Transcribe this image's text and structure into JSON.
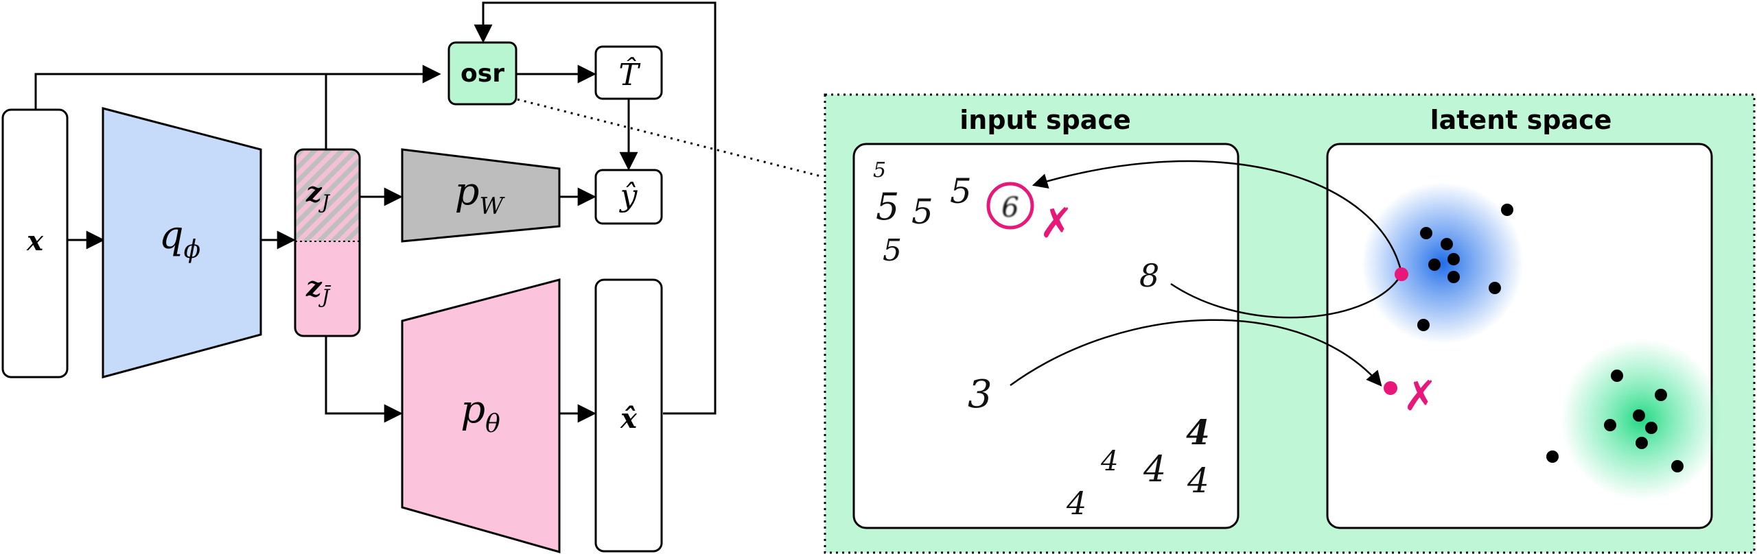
{
  "colors": {
    "encoder": "#c6dbfa",
    "decoder": "#fcc3dc",
    "classifier": "#bdbdbd",
    "osr": "#b8f6d2",
    "panel": "#bff7d6",
    "accent": "#e8177a",
    "cluster_blue": "#1f6de8",
    "cluster_green": "#1fd882"
  },
  "blocks": {
    "input_x": "𝒙",
    "encoder": "q",
    "encoder_sub": "ϕ",
    "latent_top": "𝒛",
    "latent_top_sub": "J",
    "latent_bottom": "𝒛",
    "latent_bottom_sub": "J̄",
    "classifier": "p",
    "classifier_sub": "W",
    "decoder": "p",
    "decoder_sub": "θ",
    "reconstruction": "𝒙̂",
    "osr": "osr",
    "t_hat": "T̂",
    "y_hat": "ŷ"
  },
  "zoom_panel": {
    "input_space_title": "input space",
    "latent_space_title": "latent space",
    "reject_mark": "✗",
    "digits": [
      "5",
      "5",
      "5",
      "5",
      "5",
      "6",
      "8",
      "3",
      "4",
      "4",
      "4",
      "4",
      "4"
    ]
  }
}
